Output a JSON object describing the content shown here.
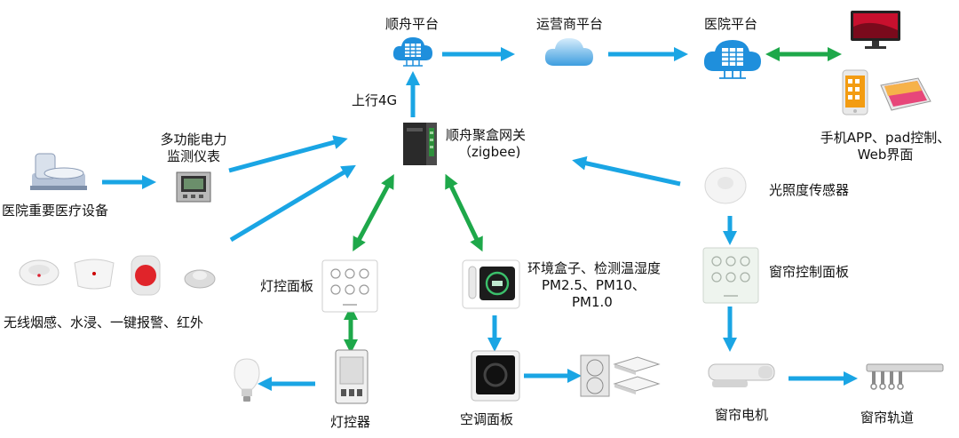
{
  "labels": {
    "shunzhou_platform": "顺舟平台",
    "operator_platform": "运营商平台",
    "hospital_platform": "医院平台",
    "uplink_4g": "上行4G",
    "gateway_line1": "顺舟聚盒网关",
    "gateway_line2": "（zigbee)",
    "meter_line1": "多功能电力",
    "meter_line2": "监测仪表",
    "medical_equipment": "医院重要医疗设备",
    "wireless_sensors": "无线烟感、水浸、一键报警、红外",
    "clients_line1": "手机APP、pad控制、",
    "clients_line2": "Web界面",
    "light_sensor": "光照度传感器",
    "light_panel": "灯控面板",
    "env_line1": "环境盒子、检测温湿度",
    "env_line2": "PM2.5、PM10、",
    "env_line3": "PM1.0",
    "curtain_panel": "窗帘控制面板",
    "light_controller": "灯控器",
    "ac_panel": "空调面板",
    "curtain_motor": "窗帘电机",
    "curtain_track": "窗帘轨道"
  },
  "colors": {
    "arrow_blue": "#1aa5e4",
    "arrow_green": "#1ea84a",
    "cloud_blue": "#1f8fdc",
    "cloud_light": "#8fc6ee"
  },
  "icons": {
    "platform": "server-cloud-icon",
    "operator": "cloud-icon",
    "gateway": "gateway-icon",
    "meter": "power-meter-icon",
    "monitor": "monitor-icon",
    "phone": "phone-icon",
    "tablet": "tablet-icon"
  }
}
